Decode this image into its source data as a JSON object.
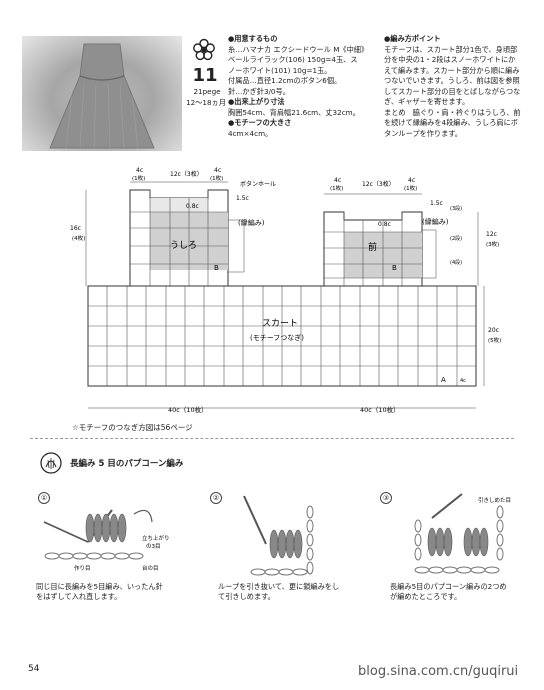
{
  "header": {
    "number": "11",
    "page_ref": "21pege",
    "size": "12～18ヵ月"
  },
  "materials": {
    "title": "●用意するもの",
    "lines": [
      "糸…ハマナカ エクシードウール M《中細》",
      "ベールライラック(106) 150g=4玉、ス",
      "ノーホワイト(101) 10g=1玉。",
      "付属品…直径1.2cmのボタン6個。",
      "針…かぎ針3/0号。"
    ]
  },
  "finished": {
    "title": "●出来上がり寸法",
    "text": "胸囲54cm、背肩幅21.6cm、丈32cm。"
  },
  "motif_size": {
    "title": "●モチーフの大きさ",
    "text": "4cm×4cm。"
  },
  "points": {
    "title": "●編み方ポイント",
    "lines": [
      "モチーフは、スカート部分1色で、身頃部",
      "分を中央の1・2段はスノーホワイトにか",
      "えて編みます。スカート部分から順に編み",
      "つないでいきます。うしろ、前は図を参照",
      "してスカート部分の目をとばしながらつな",
      "ぎ、ギャザーを寄せます。",
      "まとめ　脇ぐり・肩・衿ぐりはうしろ、前",
      "を続けて縁編みを4段編み、うしろ肩にボ",
      "タンループを作ります。"
    ]
  },
  "diagram": {
    "back_label": "うしろ",
    "front_label": "前",
    "skirt_label": "スカート",
    "skirt_sub": "(モチーフつなぎ)",
    "edge_label": "(縁編み)",
    "button_label": "ボタンホール",
    "motif_b": "B",
    "motif_a": "A",
    "m_4c": "4c",
    "m_1mai": "(1枚)",
    "m_12c3": "12c（3枚）",
    "m_15c": "1.5c",
    "m_08c": "0.8c",
    "m_16c": "16c",
    "m_4mai": "(4枚)",
    "m_12c": "12c",
    "m_3mai": "(3枚)",
    "m_20c": "20c",
    "m_5mai": "(5枚)",
    "m_40c": "40c（10枚）",
    "m_3dan": "(3段)",
    "m_2dan": "(2段)",
    "m_4dan": "(4段)"
  },
  "reference_note": "☆モチーフのつなぎ方図は56ページ",
  "popcorn": {
    "title": "長編み 5 目のパプコーン編み",
    "steps": [
      {
        "num": "①",
        "caption1": "同じ目に長編みを5目編み、いったん針",
        "caption2": "をはずして入れ直します。"
      },
      {
        "num": "②",
        "caption1": "ループを引き抜いて、更に鎖編みをし",
        "caption2": "て引きしめます。"
      },
      {
        "num": "③",
        "caption1": "長編み5目のパプコーン編みの2つめ",
        "caption2": "が編めたところです。"
      }
    ],
    "labels": {
      "tachiagari1": "立ち上がり",
      "tachiagari2": "の3目",
      "tsukurime": "作り目",
      "daime": "台の目",
      "hikinuki": "引きしめた目"
    }
  },
  "footer": {
    "page_number": "54",
    "watermark": "blog.sina.com.cn/guqirui"
  }
}
